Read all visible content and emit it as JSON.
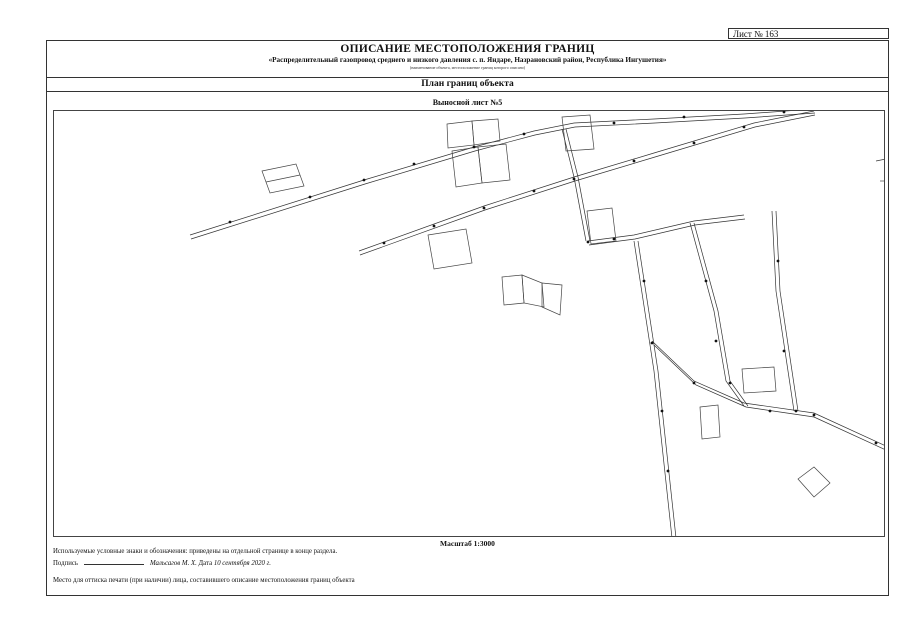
{
  "sheet_number": "Лист № 163",
  "header": {
    "title": "ОПИСАНИЕ МЕСТОПОЛОЖЕНИЯ ГРАНИЦ",
    "subtitle": "«Распределительный газопровод среднего и низкого давления с. п. Яндаре, Назрановский район, Республика Ингушетия»",
    "note": "(наименование объекта, местоположение границ которого описано)"
  },
  "plan_title": "План границ объекта",
  "sheet_title": "Выносной лист №5",
  "scale": "Масштаб 1:3000",
  "legend": "Используемые условные знаки и обозначения: приведены на отдельной странице в конце раздела.",
  "signature": {
    "label": "Подпись",
    "name": "Мальсагов М. Х.",
    "date_label": "Дата",
    "date": "10 сентября 2020 г."
  },
  "stamp_note": "Место для оттиска печати (при наличии) лица, составившего описание местоположения границ объекта"
}
